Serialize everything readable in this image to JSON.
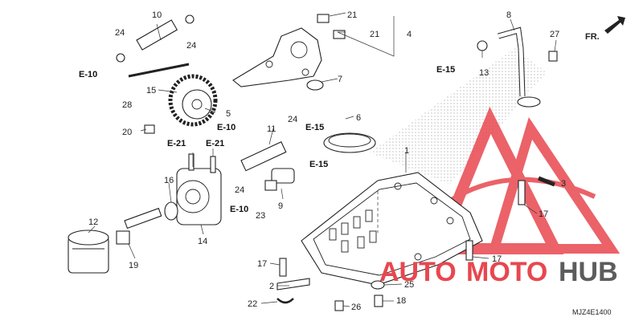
{
  "diagram": {
    "code": "MJZ4E1400",
    "front": "FR.",
    "parts": [
      {
        "n": "10"
      },
      {
        "n": "24"
      },
      {
        "n": "24"
      },
      {
        "n": "21"
      },
      {
        "n": "21"
      },
      {
        "n": "4"
      },
      {
        "n": "8"
      },
      {
        "n": "27"
      },
      {
        "n": "28"
      },
      {
        "n": "15"
      },
      {
        "n": "5"
      },
      {
        "n": "7"
      },
      {
        "n": "6"
      },
      {
        "n": "13"
      },
      {
        "n": "20"
      },
      {
        "n": "11"
      },
      {
        "n": "24"
      },
      {
        "n": "1"
      },
      {
        "n": "3"
      },
      {
        "n": "16"
      },
      {
        "n": "24"
      },
      {
        "n": "23"
      },
      {
        "n": "9"
      },
      {
        "n": "17"
      },
      {
        "n": "12"
      },
      {
        "n": "19"
      },
      {
        "n": "14"
      },
      {
        "n": "17"
      },
      {
        "n": "17"
      },
      {
        "n": "2"
      },
      {
        "n": "25"
      },
      {
        "n": "22"
      },
      {
        "n": "26"
      },
      {
        "n": "18"
      }
    ],
    "refs": [
      "E-10",
      "E-15",
      "E-10",
      "E-15",
      "E-21",
      "E-21",
      "E-15",
      "E-10"
    ]
  },
  "watermark": {
    "text_a": "AUTO",
    "text_b": "MOTO",
    "text_c": "HUB",
    "color_red": "#e8474f",
    "color_dark": "#5c5c5c"
  }
}
